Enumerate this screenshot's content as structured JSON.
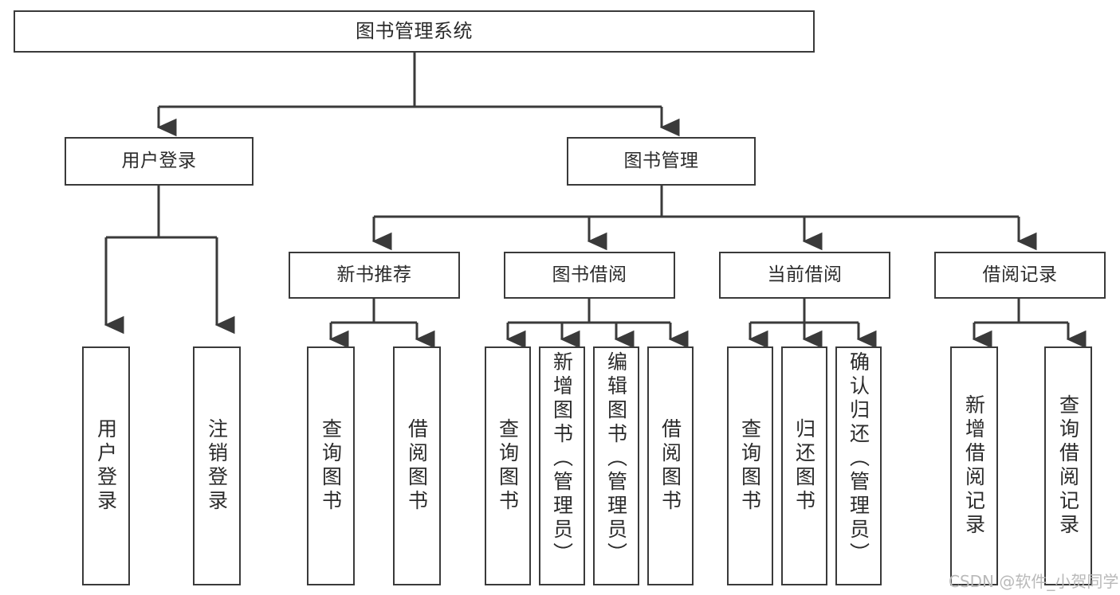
{
  "diagram": {
    "title": "图书管理系统",
    "type": "tree-hierarchy",
    "levels": {
      "root": {
        "label": "图书管理系统"
      },
      "level2": [
        {
          "label": "用户登录"
        },
        {
          "label": "图书管理"
        }
      ],
      "level3": [
        {
          "label": "新书推荐"
        },
        {
          "label": "图书借阅"
        },
        {
          "label": "当前借阅"
        },
        {
          "label": "借阅记录"
        }
      ],
      "leaves": {
        "user_login": [
          {
            "label": "用户登录"
          },
          {
            "label": "注销登录"
          }
        ],
        "new_book_recommend": [
          {
            "label": "查询图书"
          },
          {
            "label": "借阅图书"
          }
        ],
        "book_borrow": [
          {
            "label": "查询图书"
          },
          {
            "label": "新增图书（管理员）"
          },
          {
            "label": "编辑图书（管理员）"
          },
          {
            "label": "借阅图书"
          }
        ],
        "current_borrow": [
          {
            "label": "查询图书"
          },
          {
            "label": "归还图书"
          },
          {
            "label": "确认归还（管理员）"
          }
        ],
        "borrow_record": [
          {
            "label": "新增借阅记录"
          },
          {
            "label": "查询借阅记录"
          }
        ]
      }
    }
  },
  "watermark": {
    "text": "CSDN @软件_小贺同学"
  },
  "colors": {
    "stroke": "#3a3a3a",
    "text": "#2b2b2b",
    "background": "#ffffff",
    "watermark": "#b9b9b9"
  }
}
